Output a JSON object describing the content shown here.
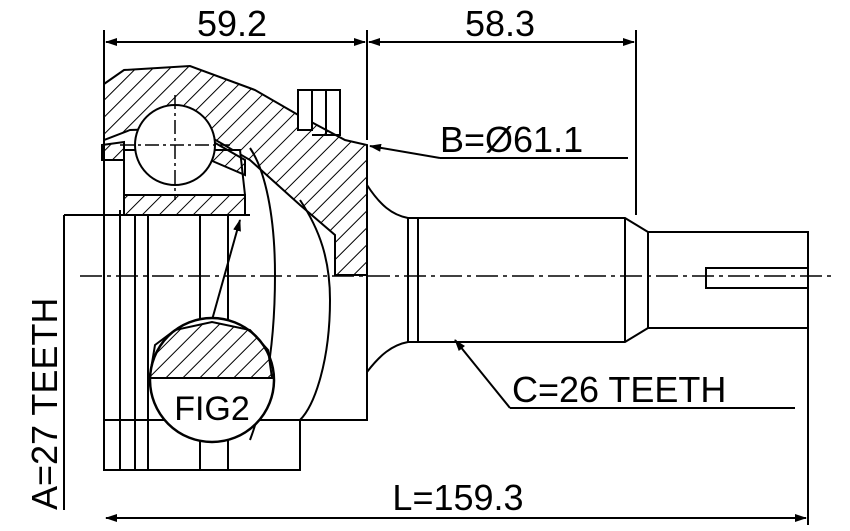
{
  "dimensions": {
    "dim_top_left": "59.2",
    "dim_top_right": "58.3",
    "outer_diameter": "B=Ø61.1",
    "shaft_teeth": "C=26 TEETH",
    "inner_teeth": "A=27 TEETH",
    "overall_length": "L=159.3"
  },
  "callouts": {
    "detail_label": "FIG2"
  },
  "colors": {
    "line": "#000000",
    "background": "#ffffff"
  }
}
